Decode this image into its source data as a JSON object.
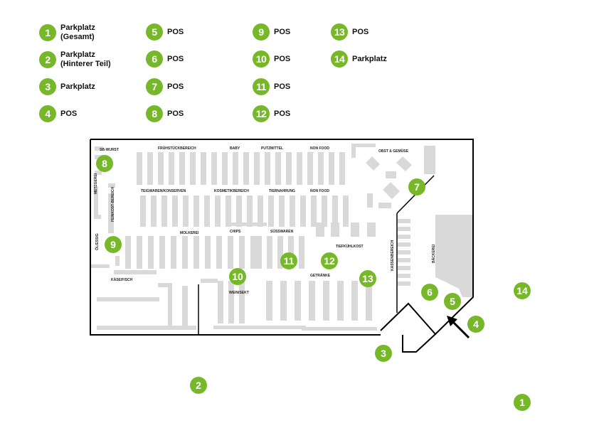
{
  "legend": [
    {
      "num": "1",
      "label": "Parkplatz\n(Gesamt)"
    },
    {
      "num": "2",
      "label": "Parkplatz\n(Hinterer Teil)"
    },
    {
      "num": "3",
      "label": "Parkplatz"
    },
    {
      "num": "4",
      "label": "POS"
    },
    {
      "num": "5",
      "label": "POS"
    },
    {
      "num": "6",
      "label": "POS"
    },
    {
      "num": "7",
      "label": "POS"
    },
    {
      "num": "8",
      "label": "POS"
    },
    {
      "num": "9",
      "label": "POS"
    },
    {
      "num": "10",
      "label": "POS"
    },
    {
      "num": "11",
      "label": "POS"
    },
    {
      "num": "12",
      "label": "POS"
    },
    {
      "num": "13",
      "label": "POS"
    },
    {
      "num": "14",
      "label": "Parkplatz"
    }
  ],
  "departments": {
    "sb_wurst": "SB-WURST",
    "fruehstueck": "FRÜHSTÜCKBEREICH",
    "baby": "BABY",
    "putzmittel": "PUTZMITTEL",
    "non_food_1": "NON FOOD",
    "obst_gemuese": "OBST & GEMÜSE",
    "metzgerei": "METZGEREI",
    "teigwaren": "TEIGWAREN/KONSERVEN",
    "kosmetik": "KOSMETIKBEREICH",
    "tiernahrung": "TIERNAHRUNG",
    "non_food_2": "NON FOOD",
    "feinkost": "FEINKOST-BEREICH",
    "molkerei": "MOLKEREI",
    "chips": "CHIPS",
    "suesswaren": "SÜSSWAREN",
    "tiefkuehlkost": "TIEFKÜHLKOST",
    "kassenbereich": "KASSENBEREICH",
    "baeckerei": "BÄCKEREI",
    "olessig": "ÖL/ESSIG",
    "kaese_fisch": "KÄSE/FISCH",
    "getraenke": "GETRÄNKE",
    "wein_sekt": "WEIN/SEKT"
  },
  "map_markers": [
    "1",
    "2",
    "3",
    "4",
    "5",
    "6",
    "7",
    "8",
    "9",
    "10",
    "11",
    "12",
    "13",
    "14"
  ],
  "colors": {
    "badge": "#77b82a",
    "shelf": "#d9d9d9",
    "wall": "#000000"
  }
}
